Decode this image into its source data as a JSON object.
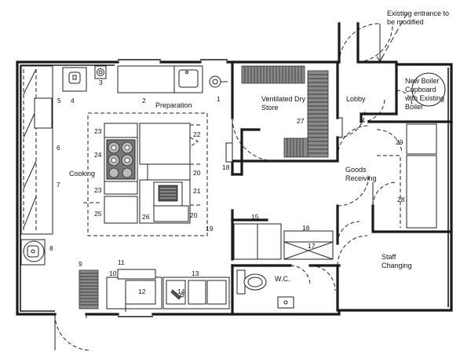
{
  "rooms": {
    "preparation": "Preparation",
    "cooking": "Cooking",
    "dry_store_line1": "Ventilated Dry",
    "dry_store_line2": "Store",
    "lobby": "Lobby",
    "goods_line1": "Goods",
    "goods_line2": "Receiving",
    "staff_line1": "Staff",
    "staff_line2": "Changing",
    "wc": "W.C."
  },
  "notes": {
    "entrance_line1": "Existing entrance to",
    "entrance_line2": "be modified",
    "boiler_line1": "New Boiler",
    "boiler_line2": "Cupboard",
    "boiler_line3": "with Existing",
    "boiler_line4": "Boiler"
  },
  "numbers": {
    "n1": "1",
    "n2": "2",
    "n3": "3",
    "n4": "4",
    "n5": "5",
    "n6": "6",
    "n7": "7",
    "n8": "8",
    "n9": "9",
    "n10": "10",
    "n11": "11",
    "n12": "12",
    "n13": "13",
    "n14": "14",
    "n15": "15",
    "n16": "16",
    "n17": "17",
    "n18": "18",
    "n19": "19",
    "n20a": "20",
    "n20b": "20",
    "n21": "21",
    "n22": "22",
    "n23a": "23",
    "n23b": "23",
    "n24": "24",
    "n25": "25",
    "n26": "26",
    "n27": "27",
    "n28": "28",
    "n29": "29"
  }
}
